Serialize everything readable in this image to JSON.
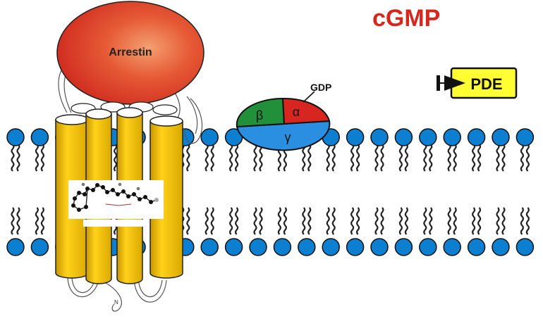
{
  "labels": {
    "cgmp": "cGMP",
    "arrestin": "Arrestin",
    "gdp": "GDP",
    "pde": "PDE",
    "n_terminus": "N"
  },
  "g_protein": {
    "beta": "β",
    "alpha": "α",
    "gamma": "γ"
  },
  "colors": {
    "cgmp_text": "#d7261b",
    "arrestin": "#e0422a",
    "helix": "#f5c400",
    "lipid_head": "#0d7fd1",
    "g_beta": "#22903a",
    "g_alpha": "#d6261f",
    "g_gamma": "#2a8fe0",
    "pde_box": "#ffff33"
  }
}
